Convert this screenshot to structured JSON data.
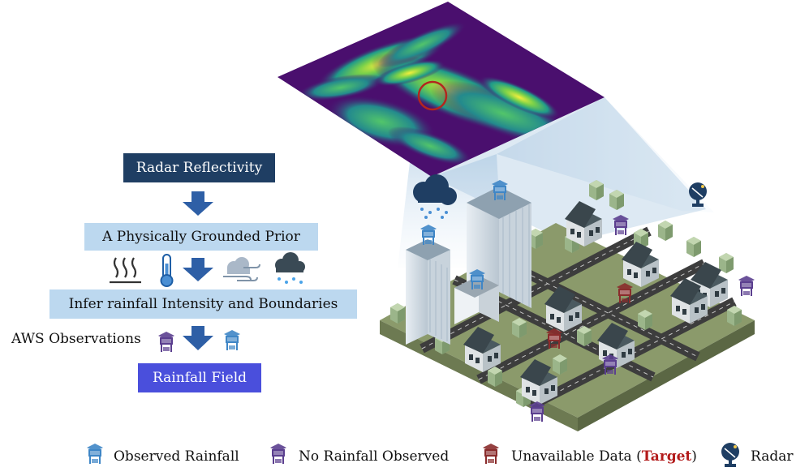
{
  "flow": {
    "radar_reflectivity": "Radar Reflectivity",
    "prior": "A Physically Grounded Prior",
    "infer": "Infer rainfall Intensity and Boundaries",
    "aws_observations": "AWS Observations",
    "rainfall_field": "Rainfall Field"
  },
  "legend": {
    "observed": "Observed Rainfall",
    "no_rainfall": "No Rainfall Observed",
    "unavailable_prefix": "Unavailable Data (",
    "unavailable_target": "Target",
    "unavailable_suffix": ")",
    "radar": "Radar"
  },
  "colors": {
    "dark_navy": "#1f3e63",
    "light_blue_box": "#bcd8ef",
    "rainfall_field_box": "#4a4fdc",
    "arrow_blue": "#2e5fa6",
    "station_observed": "#3f86c6",
    "station_no_rain": "#5b3f8f",
    "station_unavailable": "#8a2c2c",
    "target_text": "#b31b1b",
    "radar_map_bg": "#4a0f6e",
    "ground": "#8b9a6b",
    "road": "#3d3d3d"
  }
}
